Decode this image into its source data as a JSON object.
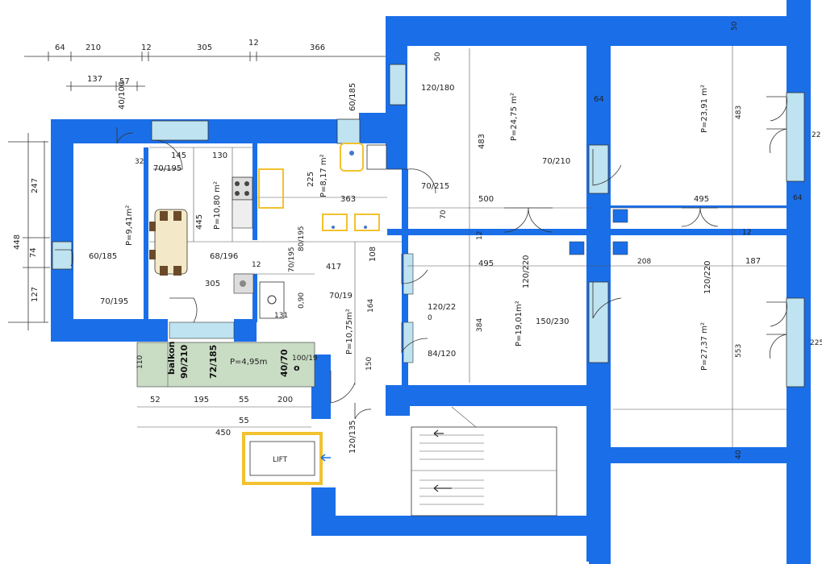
{
  "colors": {
    "wall": "#1a6fe8",
    "window": "#bfe3f0",
    "balcony": "#c9dcc4",
    "lift_border": "#f2c12e",
    "fixture": "#f2c12e",
    "grid": "#444444"
  },
  "top_dims": {
    "row1": [
      "64",
      "210",
      "12",
      "305",
      "12",
      "366"
    ],
    "row2": [
      "137",
      "57"
    ],
    "col_left": [
      "40/100"
    ]
  },
  "left_dims": [
    "247",
    "448",
    "74",
    "127"
  ],
  "rooms": [
    {
      "id": "room-left",
      "area": "P=9,41m²",
      "rotate": true
    },
    {
      "id": "room-kitchen",
      "area": "P=10,80 m²",
      "rotate": true
    },
    {
      "id": "room-bath",
      "area": "P=8,17 m²",
      "rotate": true
    },
    {
      "id": "room-hall",
      "area": "P=10,75m²",
      "rotate": true
    },
    {
      "id": "room-mid-top",
      "area": "P=24,75 m²",
      "rotate": true
    },
    {
      "id": "room-right-top",
      "area": "P=23,91 m²",
      "rotate": true
    },
    {
      "id": "room-mid-bottom",
      "area": "P=19,01m²",
      "rotate": true
    },
    {
      "id": "room-right-bottom",
      "area": "P=27,37 m²",
      "rotate": true
    },
    {
      "id": "balcony",
      "area": "P=4,95m",
      "rotate": false
    }
  ],
  "labels": {
    "l_145": "145",
    "l_130": "130",
    "l_32": "32",
    "l_70_195a": "70/195",
    "l_60_185top": "60/185",
    "l_120_180": "120/180",
    "l_50top": "50",
    "l_225": "225",
    "l_363": "363",
    "l_70_215": "70/215",
    "l_445": "445",
    "l_80_195": "80/195",
    "l_60_185left": "60/185",
    "l_68_196": "68/196",
    "l_12a": "12",
    "l_70_195b": "70/195",
    "l_417": "417",
    "l_108": "108",
    "l_305": "305",
    "l_0_90": "0,90",
    "l_70_19": "70/19",
    "l_164": "164",
    "l_70_195c": "70/195",
    "l_131": "131",
    "l_483a": "483",
    "l_70_210": "70/210",
    "l_500": "500",
    "l_70": "70",
    "l_12b": "12",
    "l_495a": "495",
    "l_120_220a": "120/220",
    "l_120_22": "120/22",
    "l_0": "0",
    "l_384": "384",
    "l_150_230": "150/230",
    "l_84_120": "84/120",
    "l_64": "64",
    "l_483b": "483",
    "l_495b": "495",
    "l_64b": "64",
    "l_22": "22",
    "l_12c": "12",
    "l_208": "208",
    "l_120_220b": "120/220",
    "l_187": "187",
    "l_553": "553",
    "l_225r": "225",
    "l_50r": "50",
    "l_40": "40",
    "l_110": "110",
    "l_90_210": "90/210",
    "l_balkon": "balkon",
    "l_72_185": "72/185",
    "l_40_70": "40/70",
    "l_o": "o",
    "l_100_19": "100/19",
    "l_150": "150",
    "l_52": "52",
    "l_195": "195",
    "l_55a": "55",
    "l_200": "200",
    "l_55b": "55",
    "l_450": "450",
    "l_120_135": "120/135",
    "lift": "LIFT"
  }
}
